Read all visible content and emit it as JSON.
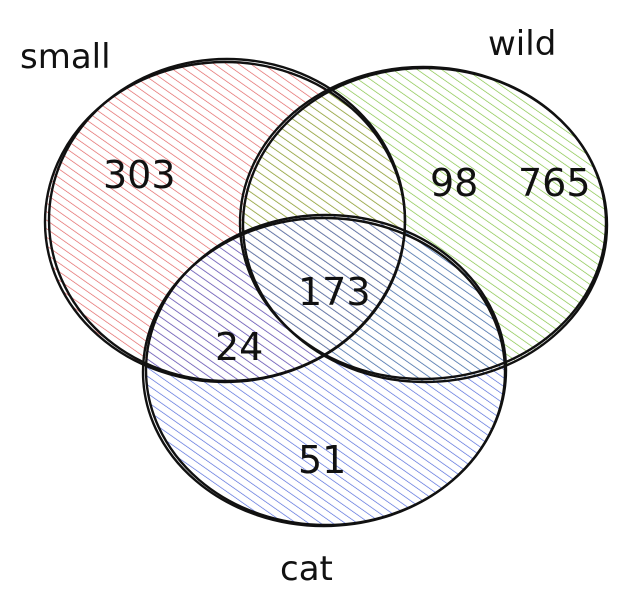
{
  "diagram": {
    "type": "venn",
    "sets": [
      {
        "id": "small",
        "label": "small",
        "color": "#e05a5a"
      },
      {
        "id": "wild",
        "label": "wild",
        "color": "#7cc03a"
      },
      {
        "id": "cat",
        "label": "cat",
        "color": "#4a63d8"
      }
    ],
    "regions": {
      "small_only": "303",
      "small_wild": "98",
      "wild_only": "765",
      "all_three": "173",
      "small_cat": "24",
      "cat_only": "51"
    }
  }
}
